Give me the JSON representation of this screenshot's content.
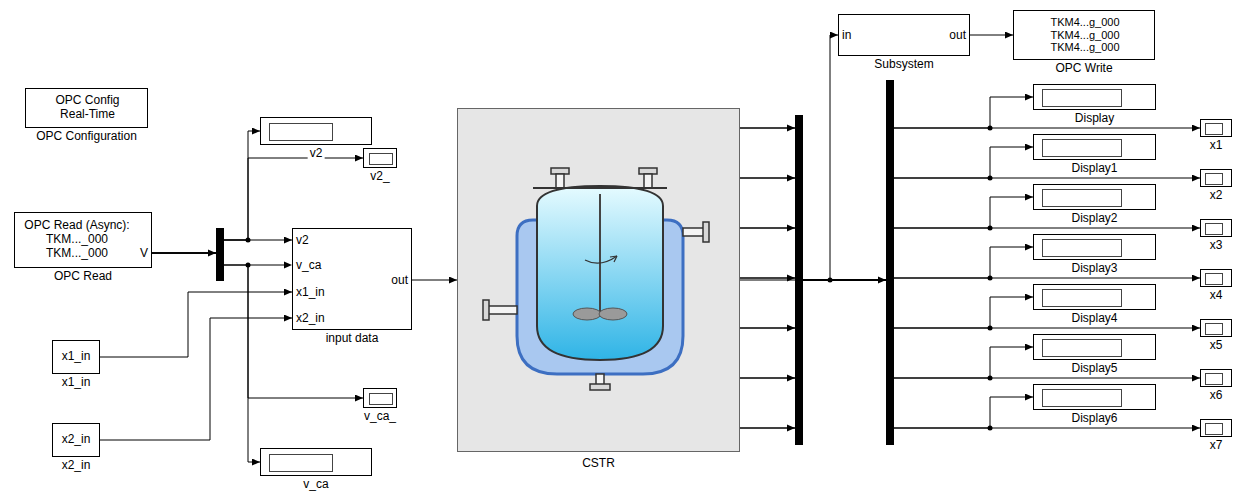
{
  "diagram": {
    "nodes": [
      {
        "text": [
          "OPC Config Real-Time",
          "OPC Configuration"
        ]
      },
      {
        "text": [
          "OPC Read (Async): TKM..._000 TKM..._000",
          "V",
          "OPC Read"
        ]
      },
      {
        "text": [
          "x1_in",
          "x1_in"
        ]
      },
      {
        "text": [
          "x2_in",
          "x2_in"
        ]
      },
      {
        "text": [
          "v2"
        ]
      },
      {
        "text": [
          "v2_"
        ]
      },
      {
        "text": [
          "v2",
          "v_ca",
          "x1_in",
          "x2_in",
          "out",
          "input data"
        ]
      },
      {
        "text": [
          "v_ca_"
        ]
      },
      {
        "text": [
          "v_ca"
        ]
      },
      {
        "text": [
          "CSTR"
        ]
      },
      {
        "text": [
          "in",
          "out",
          "Subsystem"
        ]
      },
      {
        "text": [
          "TKM4...g_000 TKM4...g_000 TKM4...g_000",
          "OPC Write"
        ]
      },
      {
        "text": [
          "Display"
        ]
      },
      {
        "text": [
          "Display1"
        ]
      },
      {
        "text": [
          "Display2"
        ]
      },
      {
        "text": [
          "Display3"
        ]
      },
      {
        "text": [
          "Display4"
        ]
      },
      {
        "text": [
          "Display5"
        ]
      },
      {
        "text": [
          "Display6"
        ]
      },
      {
        "text": [
          "x1"
        ]
      },
      {
        "text": [
          "x2"
        ]
      },
      {
        "text": [
          "x3"
        ]
      },
      {
        "text": [
          "x4"
        ]
      },
      {
        "text": [
          "x5"
        ]
      },
      {
        "text": [
          "x6"
        ]
      },
      {
        "text": [
          "x7"
        ]
      }
    ],
    "edges": [
      {
        "from": 1,
        "to": 4,
        "arrow": "to"
      },
      {
        "from": 1,
        "to": 5,
        "arrow": "to"
      },
      {
        "from": 1,
        "to": 6,
        "arrow": "to"
      },
      {
        "from": 1,
        "to": 7,
        "arrow": "to"
      },
      {
        "from": 1,
        "to": 8,
        "arrow": "to"
      },
      {
        "from": 2,
        "to": 6,
        "arrow": "to"
      },
      {
        "from": 3,
        "to": 6,
        "arrow": "to"
      },
      {
        "from": 6,
        "to": 9,
        "arrow": "to"
      },
      {
        "from": 9,
        "to": 10,
        "arrow": "to"
      },
      {
        "from": 10,
        "to": 11,
        "arrow": "to"
      },
      {
        "from": 9,
        "to": 12,
        "arrow": "to"
      },
      {
        "from": 9,
        "to": 13,
        "arrow": "to"
      },
      {
        "from": 9,
        "to": 14,
        "arrow": "to"
      },
      {
        "from": 9,
        "to": 15,
        "arrow": "to"
      },
      {
        "from": 9,
        "to": 16,
        "arrow": "to"
      },
      {
        "from": 9,
        "to": 17,
        "arrow": "to"
      },
      {
        "from": 9,
        "to": 18,
        "arrow": "to"
      },
      {
        "from": 9,
        "to": 19,
        "arrow": "to"
      },
      {
        "from": 9,
        "to": 20,
        "arrow": "to"
      },
      {
        "from": 9,
        "to": 21,
        "arrow": "to"
      },
      {
        "from": 9,
        "to": 22,
        "arrow": "to"
      },
      {
        "from": 9,
        "to": 23,
        "arrow": "to"
      },
      {
        "from": 9,
        "to": 24,
        "arrow": "to"
      },
      {
        "from": 9,
        "to": 25,
        "arrow": "to"
      }
    ]
  }
}
